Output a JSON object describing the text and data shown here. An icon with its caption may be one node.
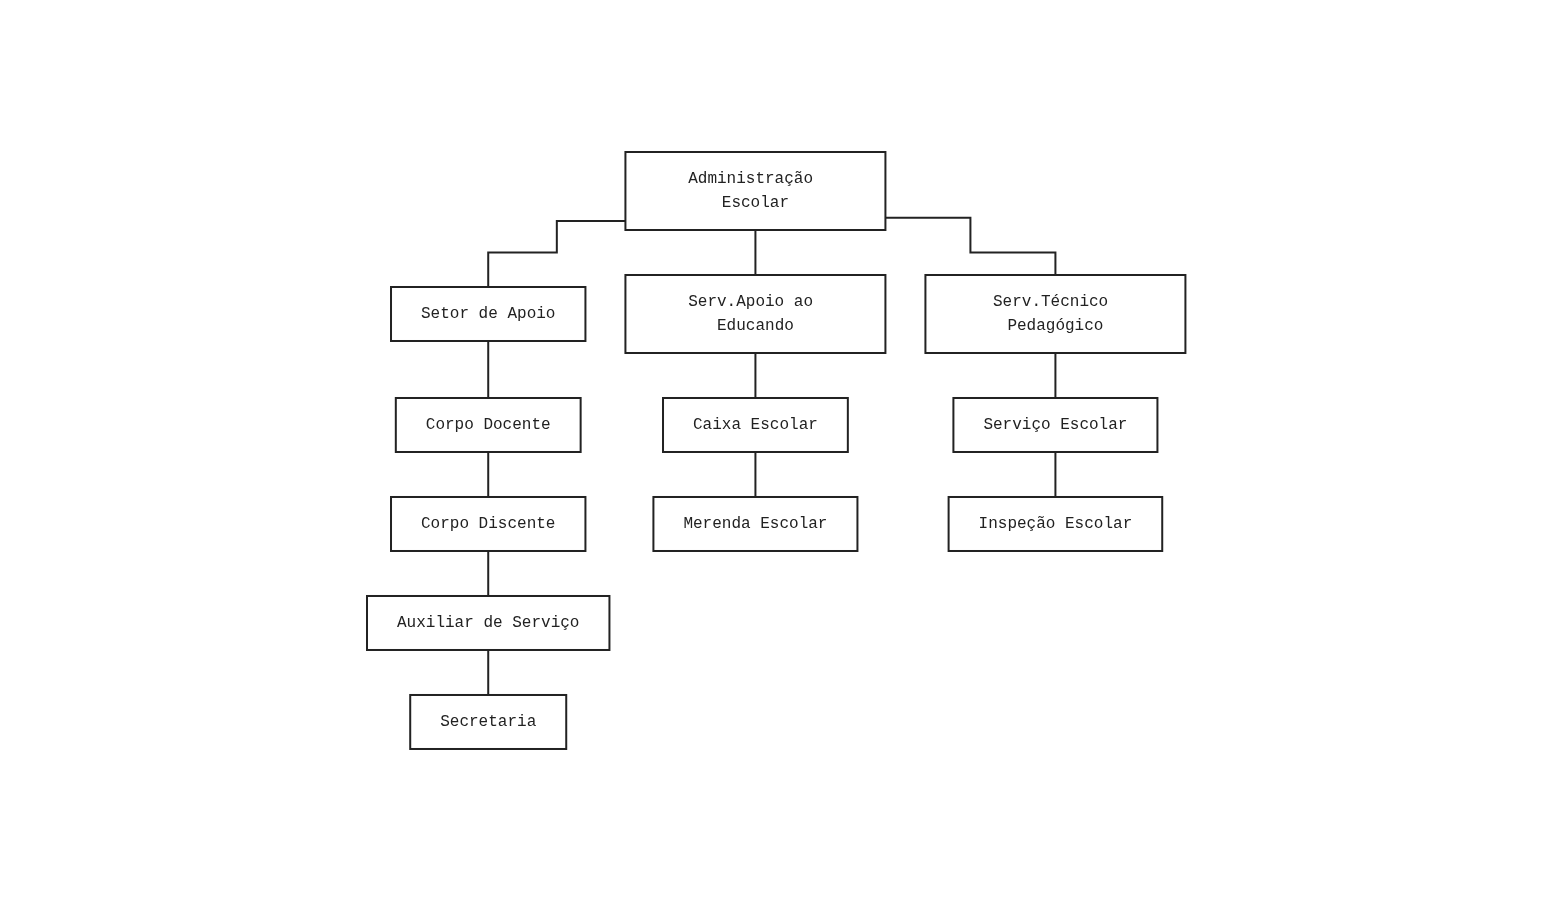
{
  "diagram": {
    "nodes": [
      {
        "text": [
          "Administração Escolar"
        ]
      },
      {
        "text": [
          "Setor de Apoio"
        ]
      },
      {
        "text": [
          "Serv.Apoio ao Educando"
        ]
      },
      {
        "text": [
          "Corpo Docente"
        ]
      },
      {
        "text": [
          "Serv.Técnico Pedagógico"
        ]
      },
      {
        "text": [
          "Corpo Discente"
        ]
      },
      {
        "text": [
          "Caixa Escolar"
        ]
      },
      {
        "text": [
          "Serviço Escolar"
        ]
      },
      {
        "text": [
          "Auxiliar de Serviço"
        ]
      },
      {
        "text": [
          "Merenda Escolar"
        ]
      },
      {
        "text": [
          "Secretaria"
        ]
      },
      {
        "text": [
          "Inspeção Escolar"
        ]
      }
    ],
    "edges": [
      {
        "from": 0,
        "to": 2,
        "arrow": "none"
      },
      {
        "from": 0,
        "to": 1,
        "arrow": "none"
      },
      {
        "from": 0,
        "to": 4,
        "arrow": "none"
      },
      {
        "from": 1,
        "to": 3,
        "arrow": "none"
      },
      {
        "from": 3,
        "to": 5,
        "arrow": "none"
      },
      {
        "from": 5,
        "to": 8,
        "arrow": "none"
      },
      {
        "from": 8,
        "to": 10,
        "arrow": "none"
      },
      {
        "from": 2,
        "to": 6,
        "arrow": "none"
      },
      {
        "from": 6,
        "to": 9,
        "arrow": "none"
      },
      {
        "from": 4,
        "to": 7,
        "arrow": "none"
      },
      {
        "from": 7,
        "to": 11,
        "arrow": "none"
      }
    ]
  }
}
